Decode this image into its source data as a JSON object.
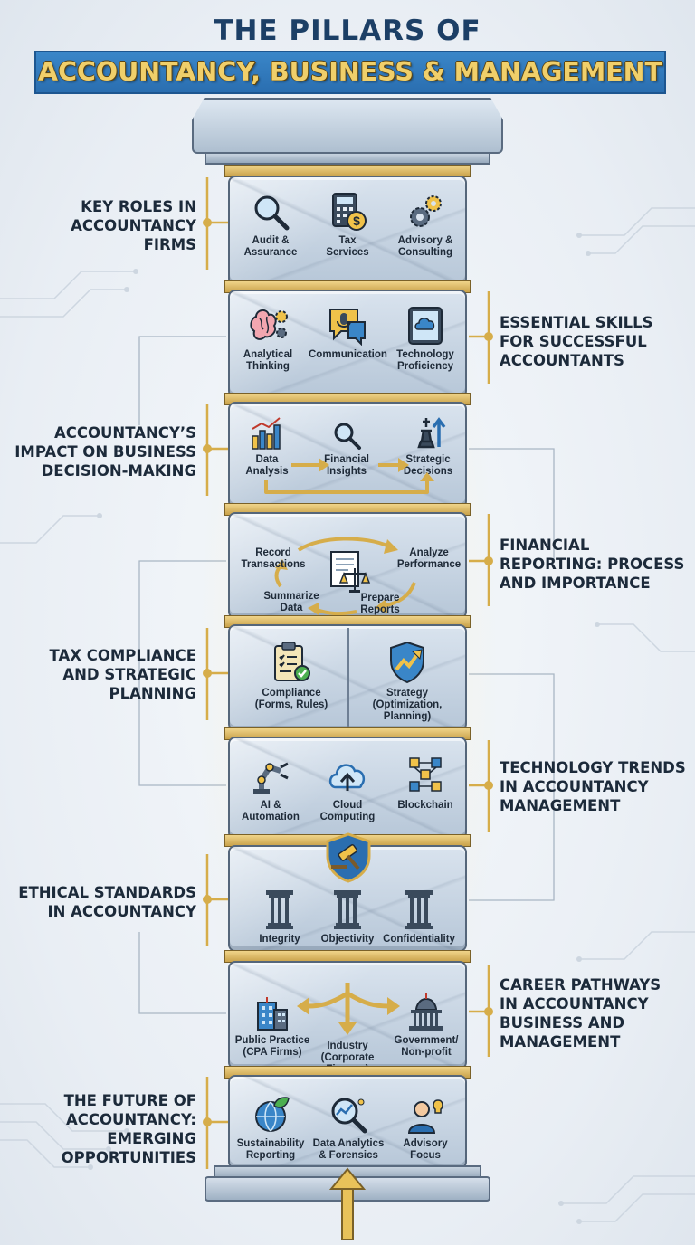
{
  "title": {
    "line1": "THE PILLARS OF",
    "line2": "ACCOUNTANCY, BUSINESS & MANAGEMENT"
  },
  "colors": {
    "navy": "#1c3f66",
    "banner_blue": "#2f78bd",
    "gold": "#e8c25a",
    "stone": "#c6d3e0"
  },
  "sections": [
    {
      "id": "key-roles",
      "label": "KEY ROLES IN\nACCOUNTANCY\nFIRMS",
      "items": [
        {
          "icon": "magnifier-icon",
          "label": "Audit &\nAssurance"
        },
        {
          "icon": "calculator-dollar-icon",
          "label": "Tax\nServices"
        },
        {
          "icon": "gears-icon",
          "label": "Advisory &\nConsulting"
        }
      ]
    },
    {
      "id": "essential-skills",
      "label": "ESSENTIAL SKILLS\nFOR SUCCESSFUL\nACCOUNTANTS",
      "items": [
        {
          "icon": "brain-gear-icon",
          "label": "Analytical\nThinking"
        },
        {
          "icon": "microphone-chat-icon",
          "label": "Communication"
        },
        {
          "icon": "tablet-cloud-icon",
          "label": "Technology\nProficiency"
        }
      ]
    },
    {
      "id": "impact-decision",
      "label": "ACCOUNTANCY’S\nIMPACT ON BUSINESS\nDECISION-MAKING",
      "items": [
        {
          "icon": "bar-chart-icon",
          "label": "Data\nAnalysis"
        },
        {
          "icon": "search-icon",
          "label": "Financial\nInsights"
        },
        {
          "icon": "chess-king-arrow-icon",
          "label": "Strategic\nDecisions"
        }
      ]
    },
    {
      "id": "financial-reporting",
      "label": "FINANCIAL\nREPORTING: PROCESS\nAND IMPORTANCE",
      "items": [
        {
          "icon": "",
          "label": "Record\nTransactions"
        },
        {
          "icon": "",
          "label": "Analyze\nPerformance"
        },
        {
          "icon": "document-scales-icon",
          "label": "Prepare\nReports"
        },
        {
          "icon": "",
          "label": "Summarize\nData"
        }
      ]
    },
    {
      "id": "tax-compliance",
      "label": "TAX COMPLIANCE\nAND STRATEGIC\nPLANNING",
      "items": [
        {
          "icon": "clipboard-check-icon",
          "label": "Compliance\n(Forms, Rules)"
        },
        {
          "icon": "shield-trend-icon",
          "label": "Strategy\n(Optimization,\nPlanning)"
        }
      ]
    },
    {
      "id": "technology-trends",
      "label": "TECHNOLOGY TRENDS\nIN ACCOUNTANCY\nMANAGEMENT",
      "items": [
        {
          "icon": "robot-arm-icon",
          "label": "AI &\nAutomation"
        },
        {
          "icon": "cloud-upload-icon",
          "label": "Cloud\nComputing"
        },
        {
          "icon": "blockchain-icon",
          "label": "Blockchain"
        }
      ]
    },
    {
      "id": "ethical-standards",
      "label": "ETHICAL STANDARDS\nIN ACCOUNTANCY",
      "items": [
        {
          "icon": "column-icon",
          "label": "Integrity"
        },
        {
          "icon": "column-icon",
          "label": "Objectivity"
        },
        {
          "icon": "column-icon",
          "label": "Confidentiality"
        }
      ]
    },
    {
      "id": "career-pathways",
      "label": "CAREER PATHWAYS\nIN ACCOUNTANCY\nBUSINESS AND\nMANAGEMENT",
      "items": [
        {
          "icon": "office-building-icon",
          "label": "Public Practice\n(CPA Firms)"
        },
        {
          "icon": "",
          "label": "Industry\n(Corporate\nFinance)"
        },
        {
          "icon": "government-building-icon",
          "label": "Government/\nNon-profit"
        }
      ]
    },
    {
      "id": "future",
      "label": "THE FUTURE OF\nACCOUNTANCY:\nEMERGING\nOPPORTUNITIES",
      "items": [
        {
          "icon": "globe-leaf-icon",
          "label": "Sustainability\nReporting"
        },
        {
          "icon": "magnifier-chart-icon",
          "label": "Data Analytics\n& Forensics"
        },
        {
          "icon": "person-lightbulb-icon",
          "label": "Advisory\nFocus"
        }
      ]
    }
  ]
}
